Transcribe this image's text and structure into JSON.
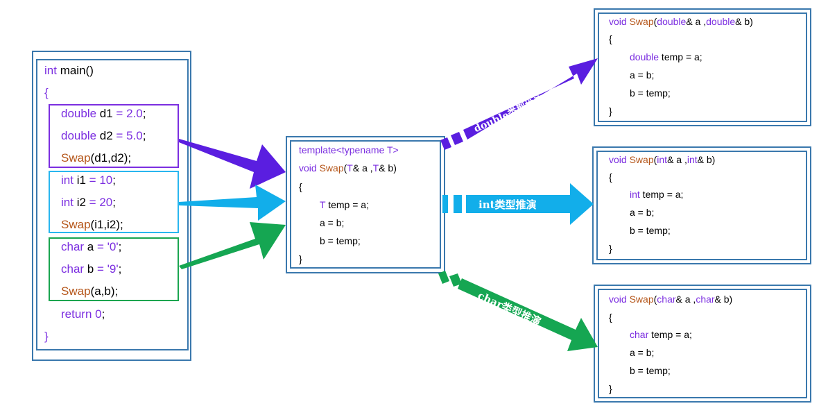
{
  "main": {
    "header": [
      "int",
      " main()"
    ],
    "open": "{",
    "close": "}",
    "double_group": {
      "line1": [
        "double",
        " d1 ",
        "=",
        " ",
        "2.0",
        ";"
      ],
      "line2": [
        "double",
        " d2 ",
        "=",
        " ",
        "5.0",
        ";"
      ],
      "call": [
        "Swap",
        "(d1,d2);"
      ]
    },
    "int_group": {
      "line1": [
        "int",
        " i1 ",
        "=",
        " ",
        "10",
        ";"
      ],
      "line2": [
        "int",
        " i2 ",
        "=",
        " ",
        "20",
        ";"
      ],
      "call": [
        "Swap",
        "(i1,i2);"
      ]
    },
    "char_group": {
      "line1": [
        "char",
        " a ",
        "=",
        " ",
        "'0'",
        ";"
      ],
      "line2": [
        "char",
        " b ",
        "=",
        " ",
        "'9'",
        ";"
      ],
      "call": [
        "Swap",
        "(a,b);"
      ]
    },
    "return": [
      "return",
      " ",
      "0",
      ";"
    ]
  },
  "template": {
    "line1": [
      "template<",
      "typename",
      " T>"
    ],
    "line2": [
      "void",
      " ",
      "Swap",
      "(",
      "T",
      "& a ,",
      "T",
      "& b)"
    ],
    "open": "{",
    "temp": [
      "T",
      " temp = a;"
    ],
    "assign1": "a = b;",
    "assign2": "b = temp;",
    "close": "}"
  },
  "instances": {
    "double": {
      "sig": [
        "void",
        " ",
        "Swap",
        "(",
        "double",
        "& a ,",
        "double",
        "& b)"
      ],
      "open": "{",
      "temp": [
        "double",
        " temp = a;"
      ],
      "assign1": "a = b;",
      "assign2": "b = temp;",
      "close": "}"
    },
    "int": {
      "sig": [
        "void",
        " ",
        "Swap",
        "(",
        "int",
        "& a ,",
        "int",
        "& b)"
      ],
      "open": "{",
      "temp": [
        "int",
        " temp = a;"
      ],
      "assign1": "a = b;",
      "assign2": "b = temp;",
      "close": "}"
    },
    "char": {
      "sig": [
        "void",
        " ",
        "Swap",
        "(",
        "char",
        "& a ,",
        "char",
        "& b)"
      ],
      "open": "{",
      "temp": [
        "char",
        " temp = a;"
      ],
      "assign1": "a = b;",
      "assign2": "b = temp;",
      "close": "}"
    }
  },
  "arrows": {
    "double_label": "double类型推演",
    "int_label": "int类型推演",
    "char_label": "char类型推演"
  },
  "colors": {
    "keyword": "#7b2ee0",
    "function": "#b5561a",
    "border": "#3a78ad",
    "double_group": "#7b2ee0",
    "int_group": "#29b6ef",
    "char_group": "#1aa550",
    "double_arrow": "#5a1ee0",
    "int_arrow": "#12aeea",
    "char_arrow": "#15a652"
  }
}
